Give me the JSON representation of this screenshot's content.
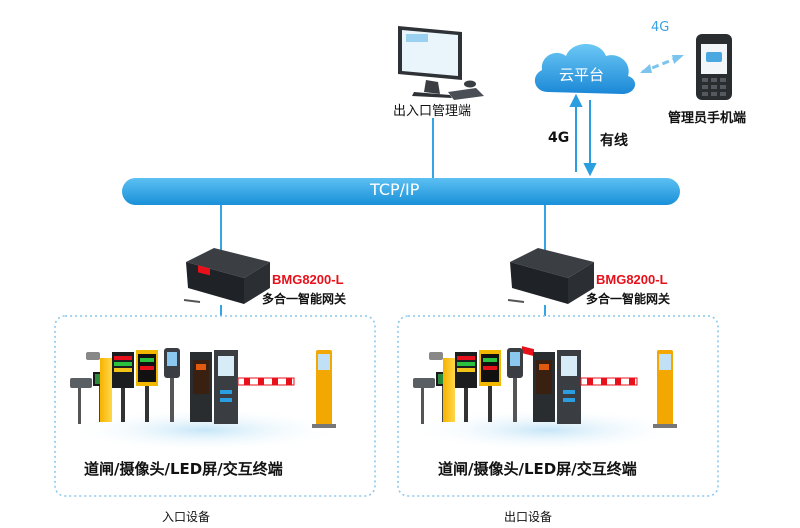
{
  "network": {
    "bus_label": "TCP/IP",
    "cloud_label": "云平台",
    "signal_4g_top": "4G",
    "link_4g": "4G",
    "link_wired": "有线"
  },
  "nodes": {
    "pc_label": "出入口管理端",
    "phone_label": "管理员手机端"
  },
  "gateways": [
    {
      "model": "BMG8200-L",
      "desc": "多合一智能网关"
    },
    {
      "model": "BMG8200-L",
      "desc": "多合一智能网关"
    }
  ],
  "zones": [
    {
      "devices_label": "道闸/摄像头/LED屏/交互终端",
      "zone_label": "入口设备"
    },
    {
      "devices_label": "道闸/摄像头/LED屏/交互终端",
      "zone_label": "出口设备"
    }
  ],
  "colors": {
    "bus": "#1e9ce0",
    "cloud": "#2a9ee0",
    "zone_border": "#8cc8ee",
    "gateway_accent": "#e8101a"
  }
}
